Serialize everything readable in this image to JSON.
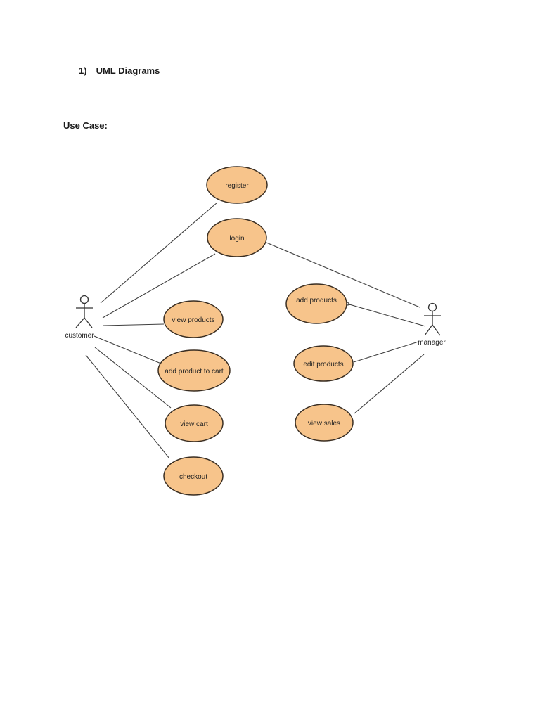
{
  "page": {
    "heading": {
      "number": "1)",
      "text": "UML Diagrams"
    },
    "subheading": "Use Case:"
  },
  "diagram": {
    "type": "uml-use-case",
    "colors": {
      "ellipse_fill": "#F7C48B",
      "ellipse_stroke": "#3A2E22",
      "line": "#3F3F3F",
      "text": "#222222"
    },
    "actors": [
      {
        "name": "customer"
      },
      {
        "name": "manager"
      }
    ],
    "use_cases": [
      {
        "label": "register"
      },
      {
        "label": "login"
      },
      {
        "label": "view products"
      },
      {
        "label": "add product to cart"
      },
      {
        "label": "view cart"
      },
      {
        "label": "checkout"
      },
      {
        "label": "add products"
      },
      {
        "label": "edit products"
      },
      {
        "label": "view sales"
      }
    ],
    "associations": [
      {
        "from": "customer",
        "to": "register",
        "arrow": false
      },
      {
        "from": "customer",
        "to": "login",
        "arrow": false
      },
      {
        "from": "customer",
        "to": "view products",
        "arrow": false
      },
      {
        "from": "customer",
        "to": "add product to cart",
        "arrow": false
      },
      {
        "from": "customer",
        "to": "view cart",
        "arrow": false
      },
      {
        "from": "customer",
        "to": "checkout",
        "arrow": false
      },
      {
        "from": "manager",
        "to": "login",
        "arrow": false
      },
      {
        "from": "manager",
        "to": "add products",
        "arrow": true
      },
      {
        "from": "manager",
        "to": "edit products",
        "arrow": false
      },
      {
        "from": "manager",
        "to": "view sales",
        "arrow": false
      }
    ]
  }
}
